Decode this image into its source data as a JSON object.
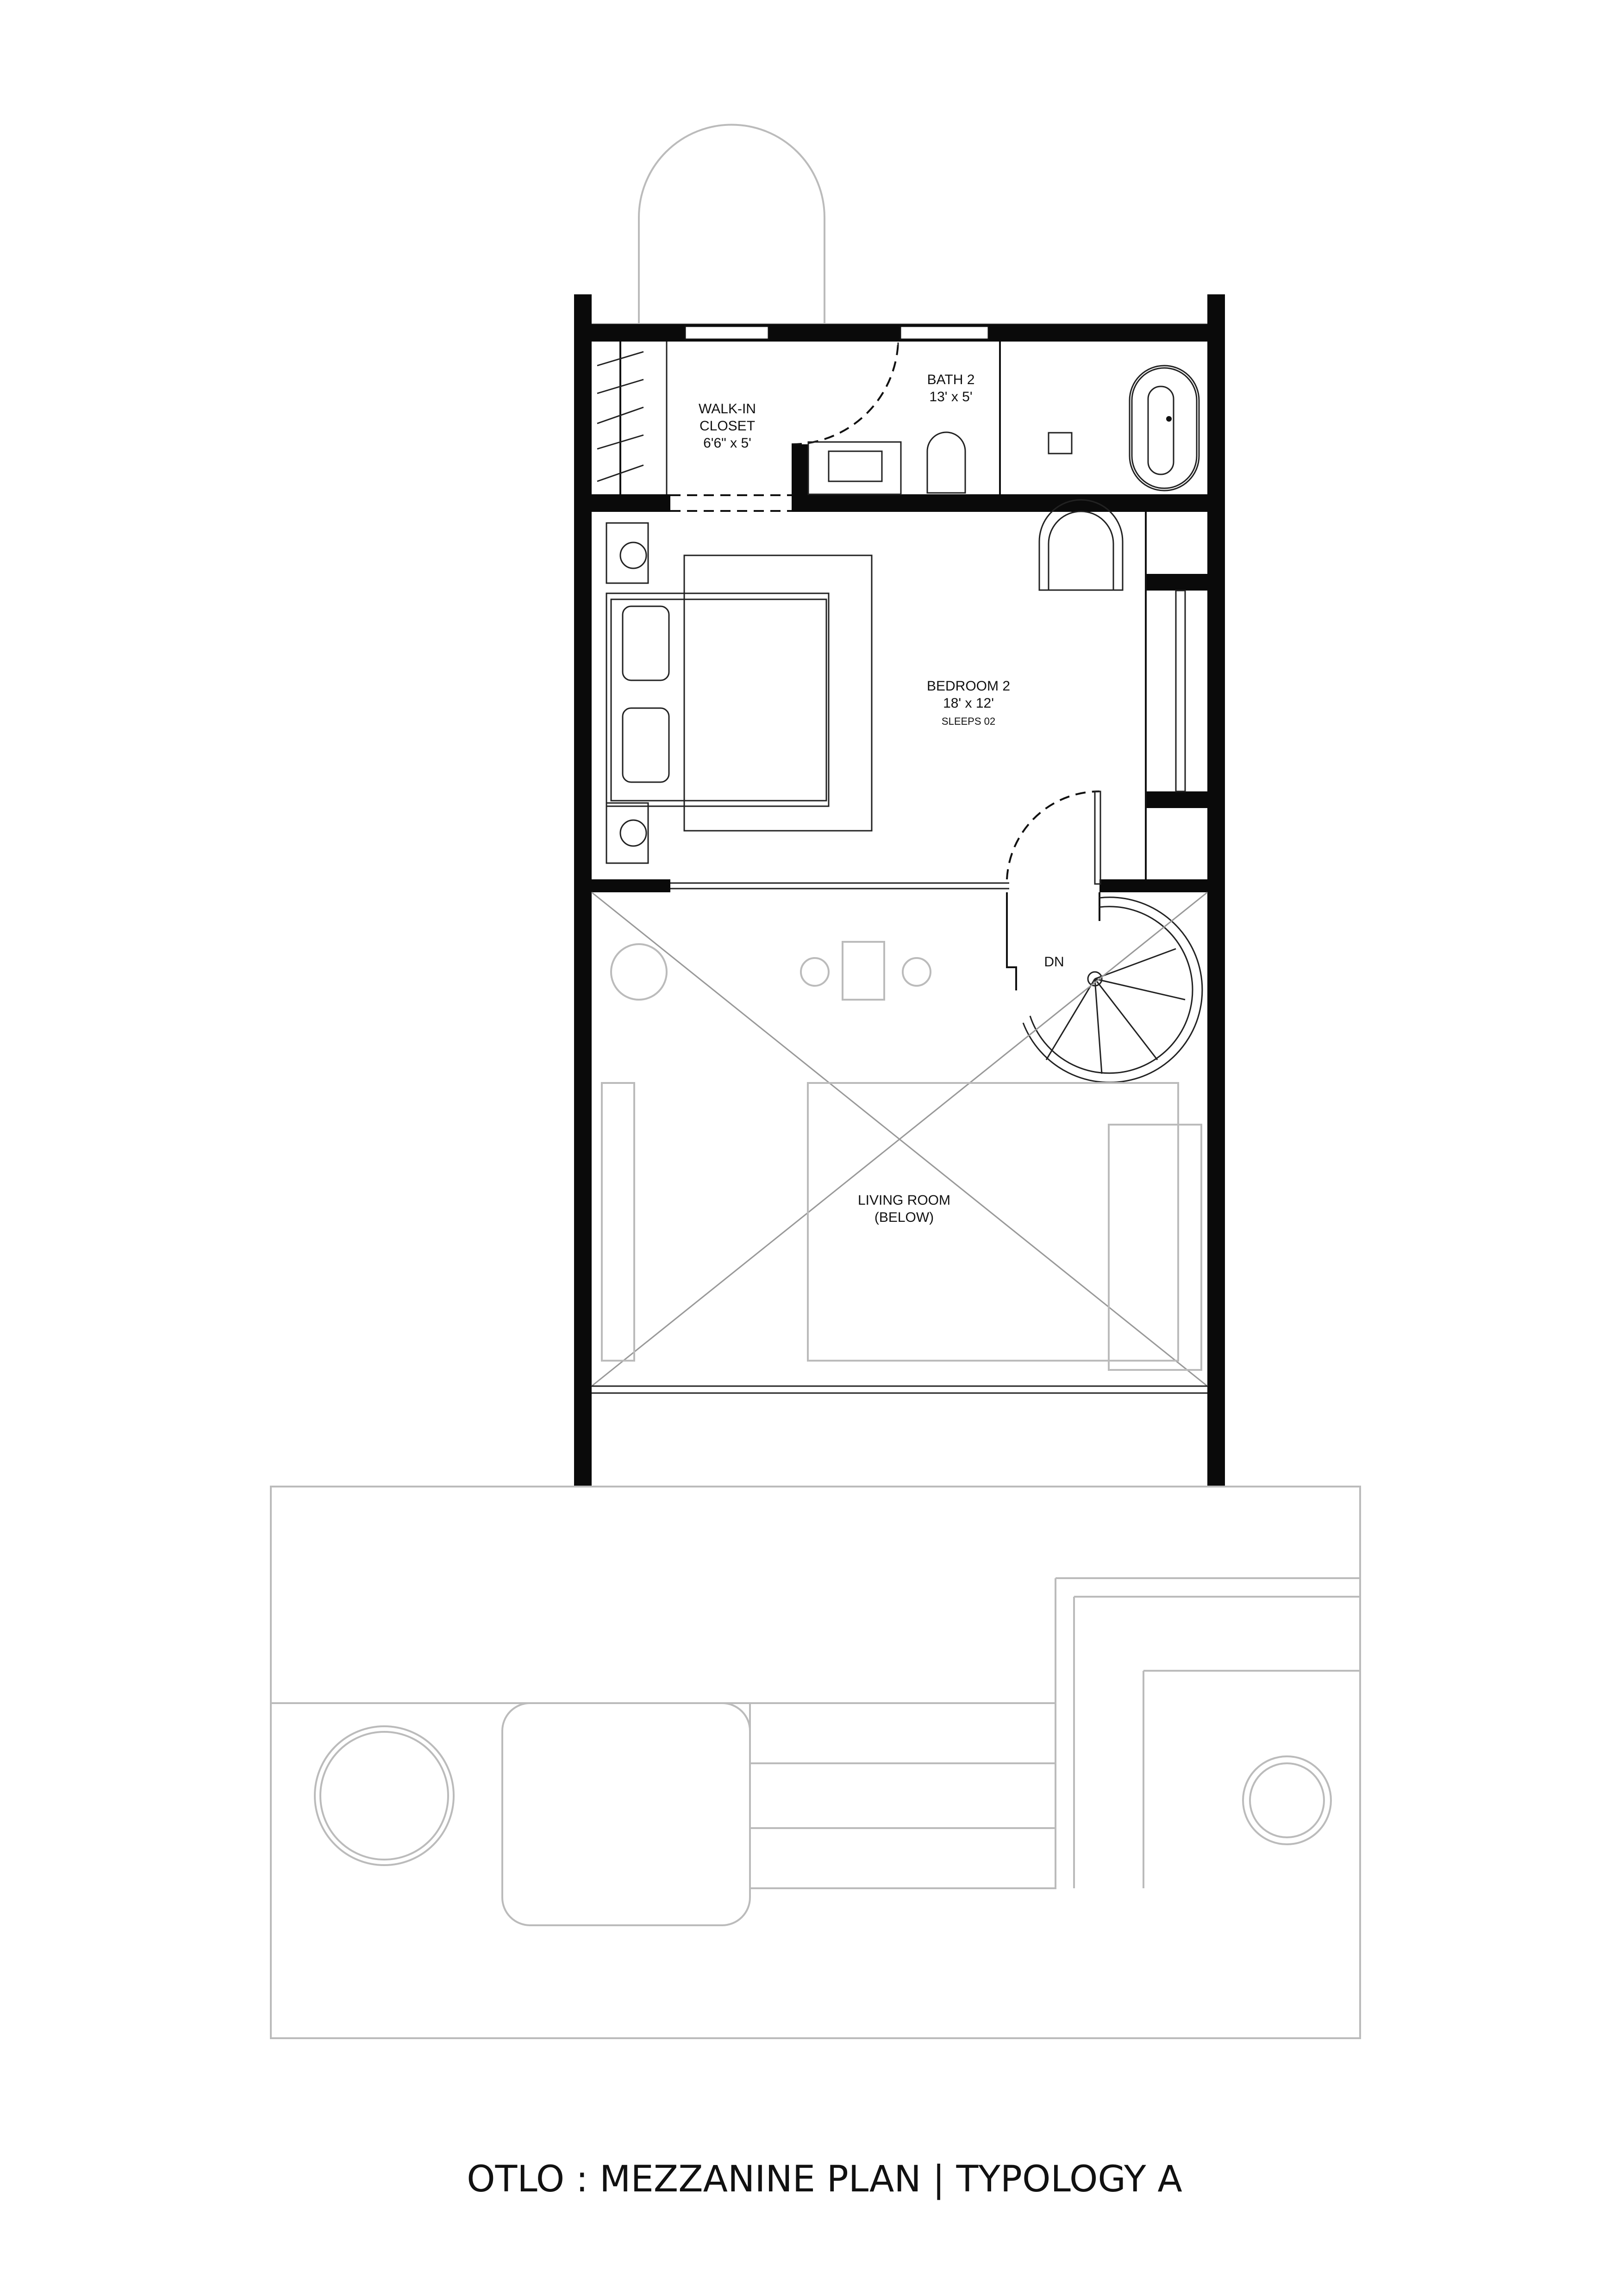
{
  "rooms": {
    "closet": {
      "name_line1": "WALK-IN",
      "name_line2": "CLOSET",
      "size": "6'6\" x 5'"
    },
    "bath": {
      "name": "BATH 2",
      "size": "13' x 5'"
    },
    "bedroom": {
      "name": "BEDROOM 2",
      "size": "18' x 12'",
      "sleeps": "SLEEPS 02"
    },
    "stair": {
      "label": "DN"
    },
    "living": {
      "name": "LIVING ROOM",
      "note": "(BELOW)"
    }
  },
  "title": "OTLO : MEZZANINE PLAN | TYPOLOGY A"
}
